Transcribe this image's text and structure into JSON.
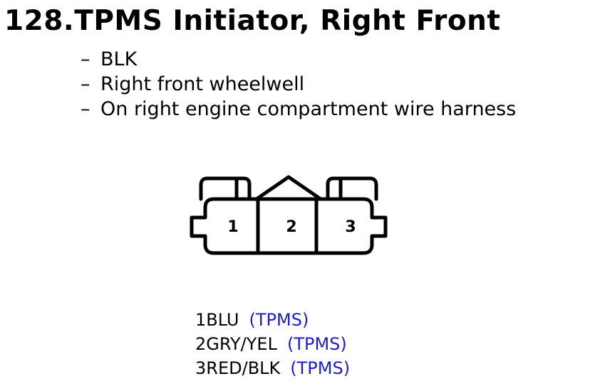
{
  "title": "128.TPMS Initiator, Right Front",
  "details": [
    {
      "dash": "–",
      "text": "BLK"
    },
    {
      "dash": "–",
      "text": "Right front wheelwell"
    },
    {
      "dash": "–",
      "text": "On right engine compartment wire harness"
    }
  ],
  "connector": {
    "pins": [
      "1",
      "2",
      "3"
    ]
  },
  "pinout": [
    {
      "pin": "1",
      "wire": "BLU",
      "circuit": "(TPMS)"
    },
    {
      "pin": "2",
      "wire": "GRY/YEL",
      "circuit": "(TPMS)"
    },
    {
      "pin": "3",
      "wire": "RED/BLK",
      "circuit": "(TPMS)"
    }
  ],
  "colors": {
    "text": "#000000",
    "circuit": "#1e1ec8",
    "background": "#ffffff"
  }
}
